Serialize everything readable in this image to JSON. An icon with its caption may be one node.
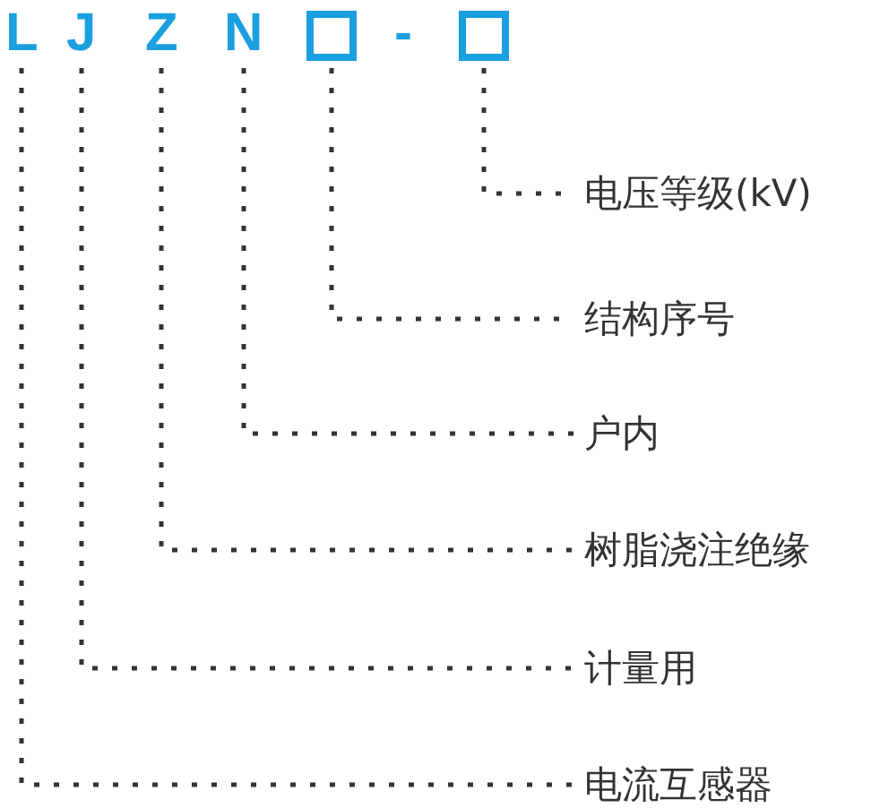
{
  "diagram": {
    "nodes": [
      {
        "text": [
          "L"
        ]
      },
      {
        "text": [
          "J"
        ]
      },
      {
        "text": [
          "Z"
        ]
      },
      {
        "text": [
          "N"
        ]
      },
      {
        "text": [],
        "shape": "box"
      },
      {
        "text": [],
        "shape": "box"
      },
      {
        "text": [
          "电压等级(kV)"
        ]
      },
      {
        "text": [
          "结构序号"
        ]
      },
      {
        "text": [
          "户内"
        ]
      },
      {
        "text": [
          "树脂浇注绝缘"
        ]
      },
      {
        "text": [
          "计量用"
        ]
      },
      {
        "text": [
          "电流互感器"
        ]
      }
    ],
    "edges": [
      {
        "from": 5,
        "to": 6,
        "arrow": "none",
        "style": "dashed"
      },
      {
        "from": 4,
        "to": 7,
        "arrow": "none",
        "style": "dashed"
      },
      {
        "from": 3,
        "to": 8,
        "arrow": "none",
        "style": "dashed"
      },
      {
        "from": 2,
        "to": 9,
        "arrow": "none",
        "style": "dashed"
      },
      {
        "from": 1,
        "to": 10,
        "arrow": "none",
        "style": "dashed"
      },
      {
        "from": 0,
        "to": 11,
        "arrow": "none",
        "style": "dashed"
      }
    ],
    "labels": [
      "-"
    ]
  }
}
